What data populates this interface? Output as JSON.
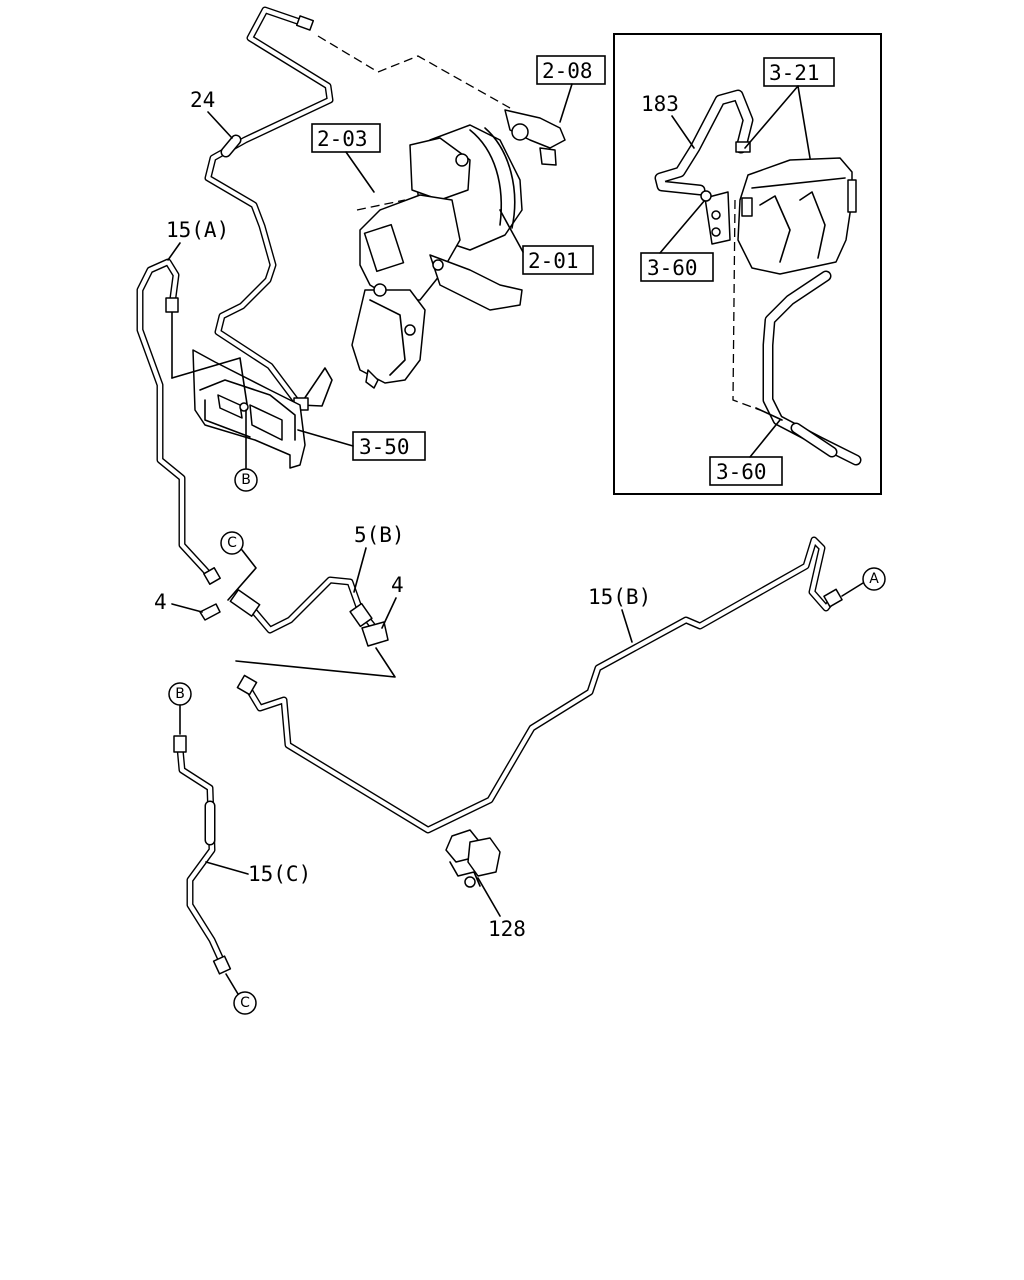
{
  "labels": {
    "l_24": "24",
    "l_15a": "15(A)",
    "l_2_03": "2-03",
    "l_2_08": "2-08",
    "l_2_01": "2-01",
    "l_3_50": "3-50",
    "l_183": "183",
    "l_3_21": "3-21",
    "l_3_60_top": "3-60",
    "l_3_60_bottom": "3-60",
    "l_5b": "5(B)",
    "l_4_left": "4",
    "l_4_right": "4",
    "l_15b": "15(B)",
    "l_15c": "15(C)",
    "l_128": "128"
  },
  "connectors": {
    "a": "A",
    "b_upper": "B",
    "b_lower": "B",
    "c_upper": "C",
    "c_lower": "C"
  }
}
